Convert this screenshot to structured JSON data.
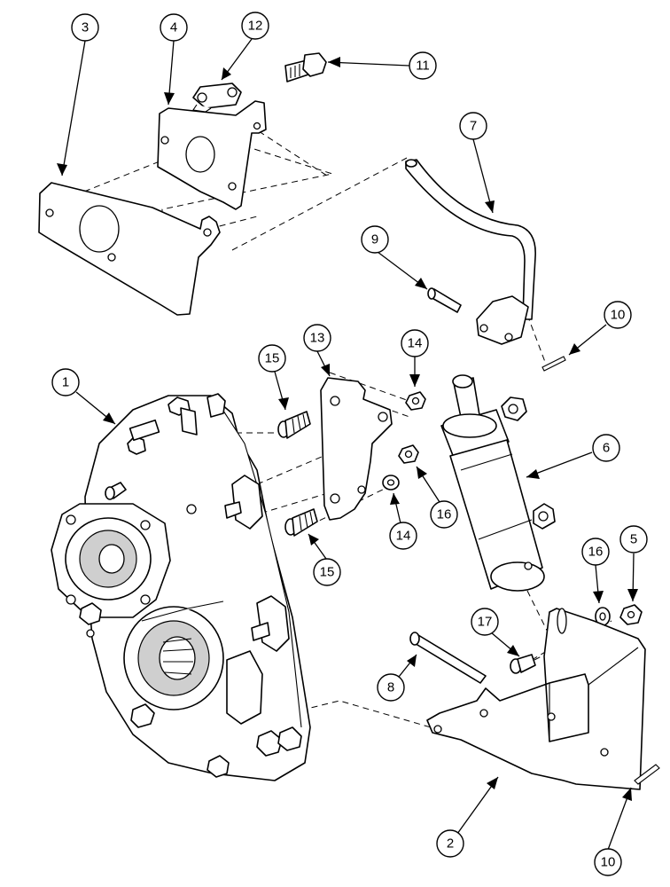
{
  "callouts": {
    "c1": "1",
    "c2": "2",
    "c3": "3",
    "c4": "4",
    "c5": "5",
    "c6": "6",
    "c7": "7",
    "c8": "8",
    "c9": "9",
    "c10a": "10",
    "c10b": "10",
    "c11": "11",
    "c12": "12",
    "c13": "13",
    "c14a": "14",
    "c14b": "14",
    "c15a": "15",
    "c15b": "15",
    "c16a": "16",
    "c16b": "16",
    "c17": "17"
  }
}
